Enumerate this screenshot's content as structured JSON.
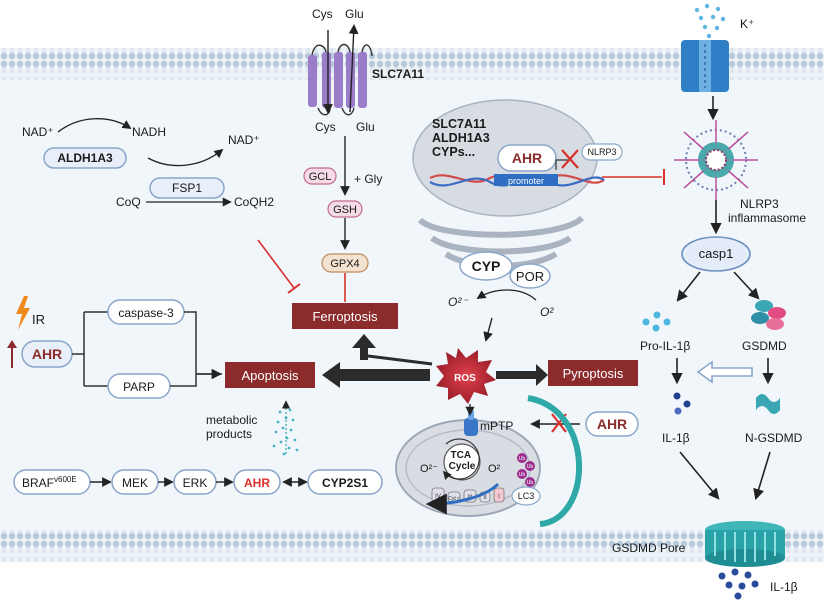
{
  "membrane": {
    "slc7a11": "SLC7A11",
    "cys_out": "Cys",
    "glu_out": "Glu",
    "cys_in": "Cys",
    "glu_in": "Glu",
    "k_ion": "K⁺",
    "gsdmd_pore": "GSDMD Pore",
    "il1b_out": "IL-1β"
  },
  "left": {
    "nad_plus_1": "NAD⁺",
    "nadh": "NADH",
    "nad_plus_2": "NAD⁺",
    "aldh1a3": "ALDH1A3",
    "fsp1": "FSP1",
    "coq": "CoQ",
    "coqh2": "CoQH2",
    "gcl": "GCL",
    "gly": "+ Gly",
    "gsh": "GSH",
    "gpx4": "GPX4",
    "ferroptosis": "Ferroptosis",
    "ir": "IR",
    "ahr": "AHR",
    "caspase3": "caspase-3",
    "parp": "PARP",
    "apoptosis": "Apoptosis",
    "metabolic_products": "metabolic\nproducts",
    "braf": "BRAF",
    "braf_sup": "v600E",
    "mek": "MEK",
    "erk": "ERK",
    "ahr_chain": "AHR",
    "cyp2s1": "CYP2S1"
  },
  "center": {
    "nucleus_genes": "SLC7A11\nALDH1A3\nCYPs...",
    "ahr_nuc": "AHR",
    "nlrp3_gene": "NLRP3",
    "promoter": "promoter",
    "cyp": "CYP",
    "por": "POR",
    "o2_minus": "O²⁻",
    "o2": "O²",
    "ros": "ROS",
    "pyroptosis": "Pyroptosis",
    "mptp": "mPTP",
    "ahr_mito": "AHR",
    "tca": "TCA\nCycle",
    "mito_o2_minus": "O²⁻",
    "mito_o2": "O²",
    "lc3": "LC3",
    "ub": "Ub",
    "complex_iv": "IV",
    "complex_cytc": "Cyt c",
    "complex_iii": "III",
    "complex_ii": "II",
    "complex_i": "I"
  },
  "right": {
    "nlrp3_inflammasome": "NLRP3\ninflammasome",
    "casp1": "casp1",
    "pro_il1b": "Pro-IL-1β",
    "gsdmd": "GSDMD",
    "il1b": "IL-1β",
    "n_gsdmd": "N-GSDMD"
  },
  "colors": {
    "red_box": "#8b2b2b",
    "pill_border": "#8aa6c9",
    "membrane": "#c8d6e5",
    "inhibit_red": "#d9302b",
    "teal": "#2fa8a8"
  }
}
